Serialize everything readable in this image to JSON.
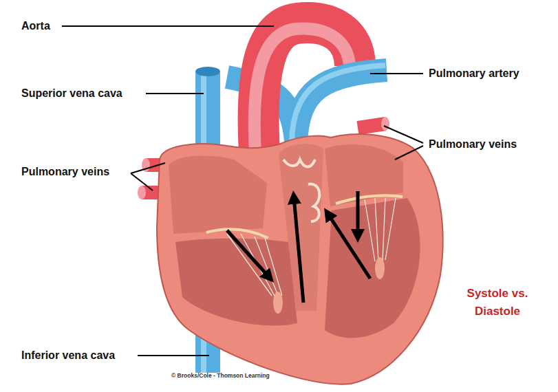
{
  "diagram": {
    "title": "Systole vs. Diastole",
    "labels": [
      "Aorta",
      "Superior vena cava",
      "Pulmonary veins",
      "Inferior vena cava",
      "Pulmonary artery",
      "Pulmonary veins",
      "© Brooks/Cole - Thomson Learning"
    ]
  }
}
